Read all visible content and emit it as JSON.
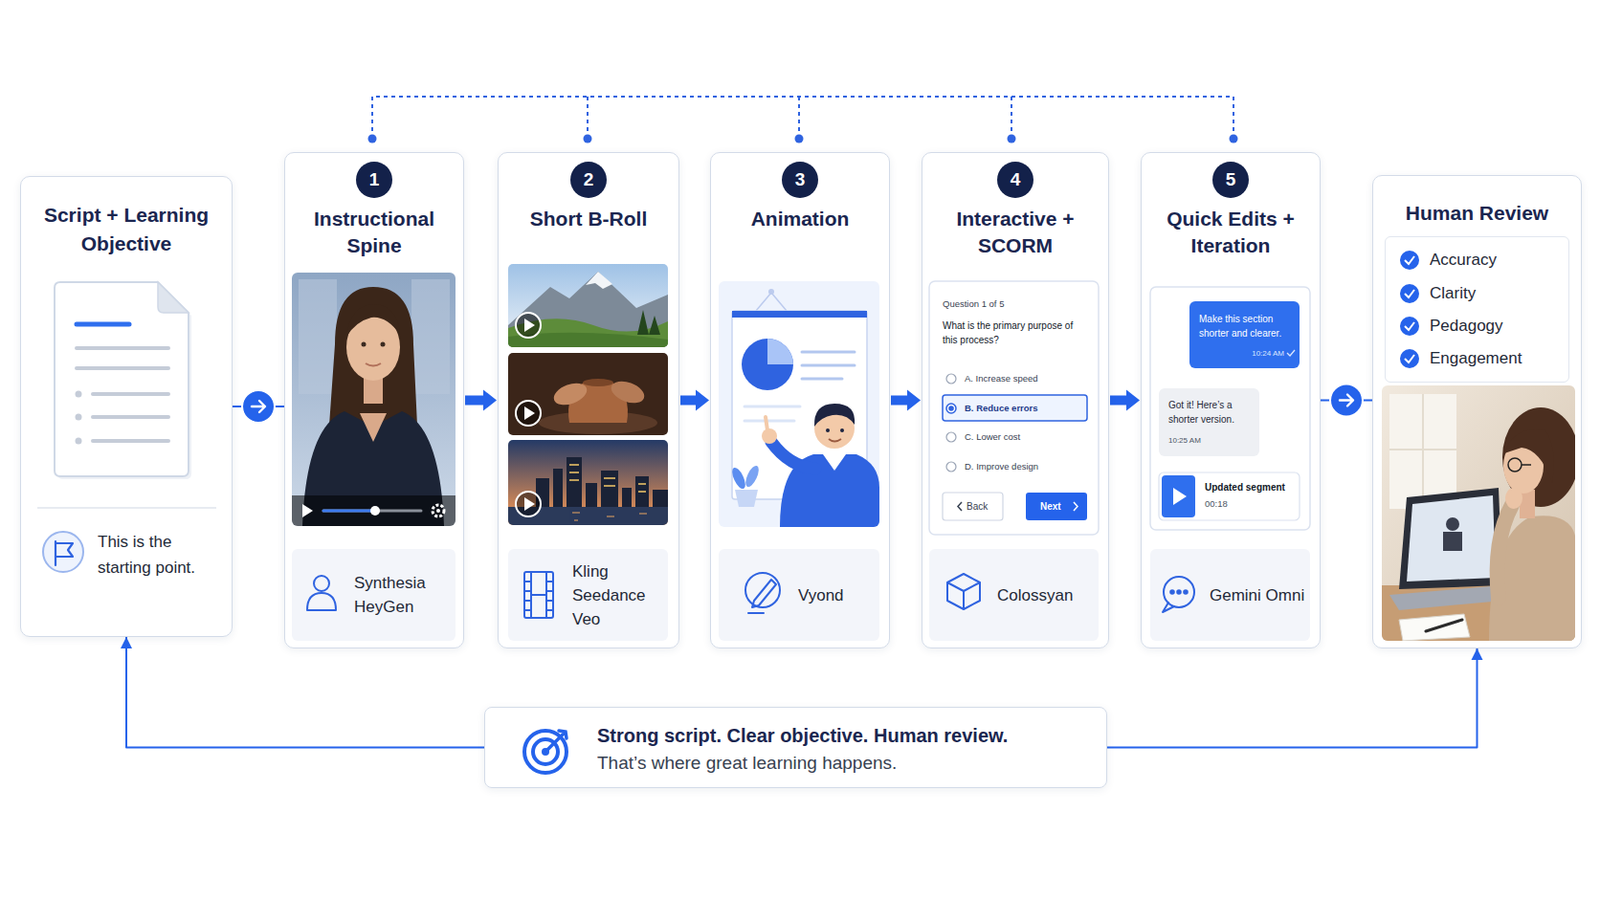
{
  "diagram": {
    "nodes": [
      {
        "text": [
          "Script + Learning Objective",
          "This is the starting point."
        ]
      },
      {
        "text": [
          "1",
          "Instructional Spine"
        ]
      },
      {
        "text": [
          "Synthesia HeyGen"
        ],
        "in": 1
      },
      {
        "text": [
          "2",
          "Short B-Roll"
        ]
      },
      {
        "text": [
          "Kling Seedance Veo"
        ],
        "in": 3
      },
      {
        "text": [
          "3",
          "Animation"
        ]
      },
      {
        "text": [
          "Vyond"
        ],
        "in": 5
      },
      {
        "text": [
          "4",
          "Interactive + SCORM"
        ]
      },
      {
        "text": [
          "Colossyan"
        ],
        "in": 7
      },
      {
        "text": [
          "5",
          "Quick Edits + Iteration"
        ]
      },
      {
        "text": [
          "Gemini Omni"
        ],
        "in": 9
      },
      {
        "text": [
          "Human Review"
        ]
      },
      {
        "text": [
          "Accuracy",
          "Clarity",
          "Pedagogy",
          "Engagement"
        ],
        "in": 11
      },
      {
        "text": [
          "Strong script. Clear objective. Human review.",
          "That’s where great learning happens."
        ]
      }
    ],
    "edges": [
      {
        "from": 0,
        "to": 1,
        "arrow": "to"
      },
      {
        "from": 1,
        "to": 3,
        "arrow": "to"
      },
      {
        "from": 3,
        "to": 5,
        "arrow": "to"
      },
      {
        "from": 5,
        "to": 7,
        "arrow": "to"
      },
      {
        "from": 7,
        "to": 9,
        "arrow": "to"
      },
      {
        "from": 9,
        "to": 11,
        "arrow": "to"
      },
      {
        "from": 13,
        "to": 0,
        "arrow": "to"
      },
      {
        "from": 13,
        "to": 11,
        "arrow": "to"
      }
    ],
    "labels": [
      "Question 1 of 5",
      "What is the primary purpose of this process?",
      "A. Increase speed",
      "B. Reduce errors",
      "C. Lower cost",
      "D. Improve design",
      "Back",
      "Next",
      "Make this section shorter and clearer.",
      "10:24 AM",
      "Got it! Here’s a shorter version.",
      "10:25 AM",
      "Updated segment",
      "00:18"
    ]
  }
}
